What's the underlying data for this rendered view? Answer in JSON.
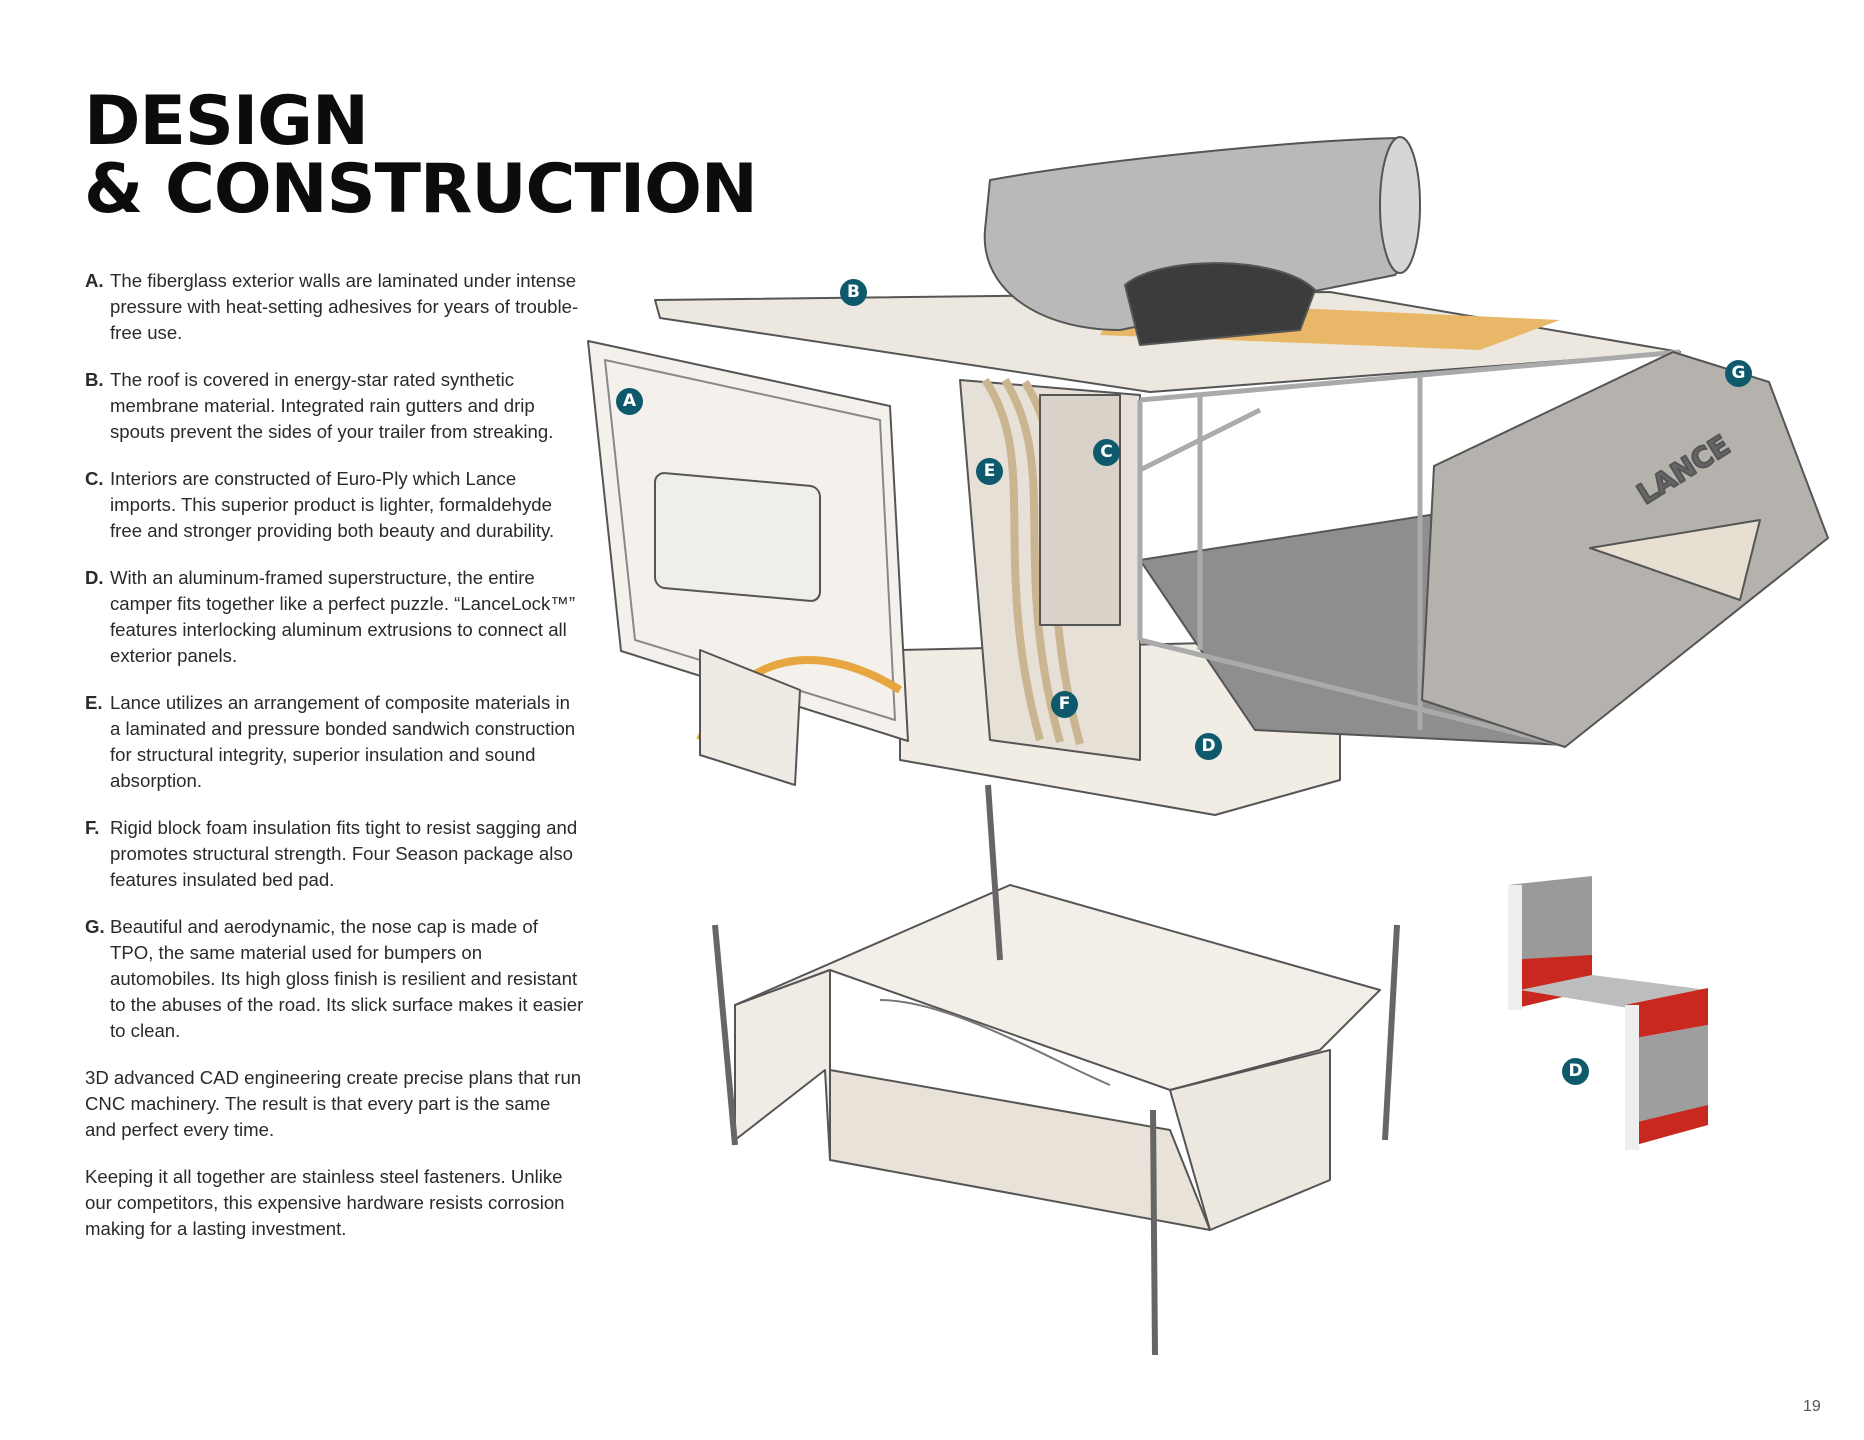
{
  "title": {
    "line1": "DESIGN",
    "line2": "& CONSTRUCTION"
  },
  "features": [
    {
      "letter": "A.",
      "text": "The fiberglass exterior walls are laminated under intense pressure with heat-setting adhesives for years of trouble-free use."
    },
    {
      "letter": "B.",
      "text": "The roof is covered in energy-star rated synthetic membrane material. Integrated rain gutters and drip spouts prevent the sides of your trailer from streaking."
    },
    {
      "letter": "C.",
      "text": "Interiors are constructed of Euro-Ply which Lance imports. This superior product is lighter, formaldehyde free and stronger providing both beauty and durability."
    },
    {
      "letter": "D.",
      "text": "With an aluminum-framed superstructure, the entire camper fits together like a perfect puzzle. “LanceLock™” features interlocking aluminum extrusions to connect all exterior panels."
    },
    {
      "letter": "E.",
      "text": "Lance utilizes an arrangement of composite materials in a laminated and pressure bonded sandwich construction for structural integrity, superior insulation and sound absorption."
    },
    {
      "letter": "F.",
      "text": "Rigid block foam insulation fits tight to resist sagging and promotes structural strength. Four Season package also features insulated bed pad."
    },
    {
      "letter": "G.",
      "text": "Beautiful and aerodynamic, the nose cap is made of TPO, the same material used for bumpers on automobiles. Its high gloss finish is resilient and resistant to the abuses of the road. Its slick surface makes it easier to clean."
    }
  ],
  "paragraphs": [
    "3D advanced CAD engineering create precise plans that run CNC machinery. The result is that every part is the same and perfect every time.",
    "Keeping it all together are stainless steel fasteners. Unlike our competitors, this expensive hardware resists corrosion making for a lasting investment."
  ],
  "callouts": {
    "a": "A",
    "b": "B",
    "c": "C",
    "d": "D",
    "e": "E",
    "f": "F",
    "g": "G",
    "d_inset": "D"
  },
  "logo_text": "LANCE",
  "page_number": "19",
  "colors": {
    "callout": "#0e5a6c",
    "accent_red": "#c8281e",
    "wood": "#e8a640"
  }
}
